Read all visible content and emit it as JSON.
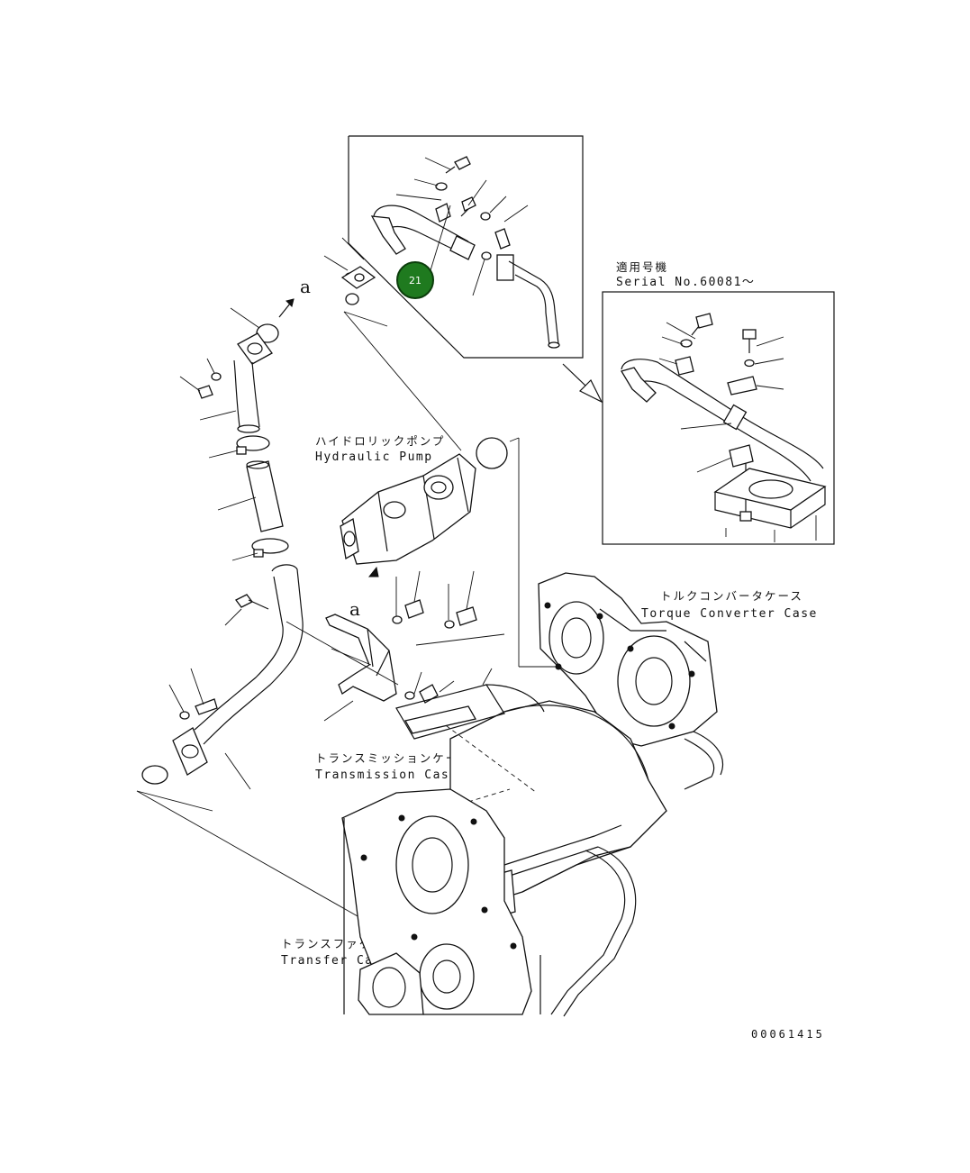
{
  "labels": {
    "hydraulic_pump_jp": "ハイドロリックポンプ",
    "hydraulic_pump_en": "Hydraulic Pump",
    "torque_converter_jp": "トルクコンバータケース",
    "torque_converter_en": "Torque Converter Case",
    "transmission_jp": "トランスミッションケース",
    "transmission_en": "Transmission Case",
    "transfer_jp": "トランスファケース",
    "transfer_en": "Transfer Case",
    "serial_jp": "適用号機",
    "serial_en": "Serial No.60081～"
  },
  "reference_marks": {
    "a_top": "a",
    "a_mid": "a"
  },
  "callout_badge": {
    "number": "21",
    "color": "#1f7a1f"
  },
  "document_number": "00061415"
}
